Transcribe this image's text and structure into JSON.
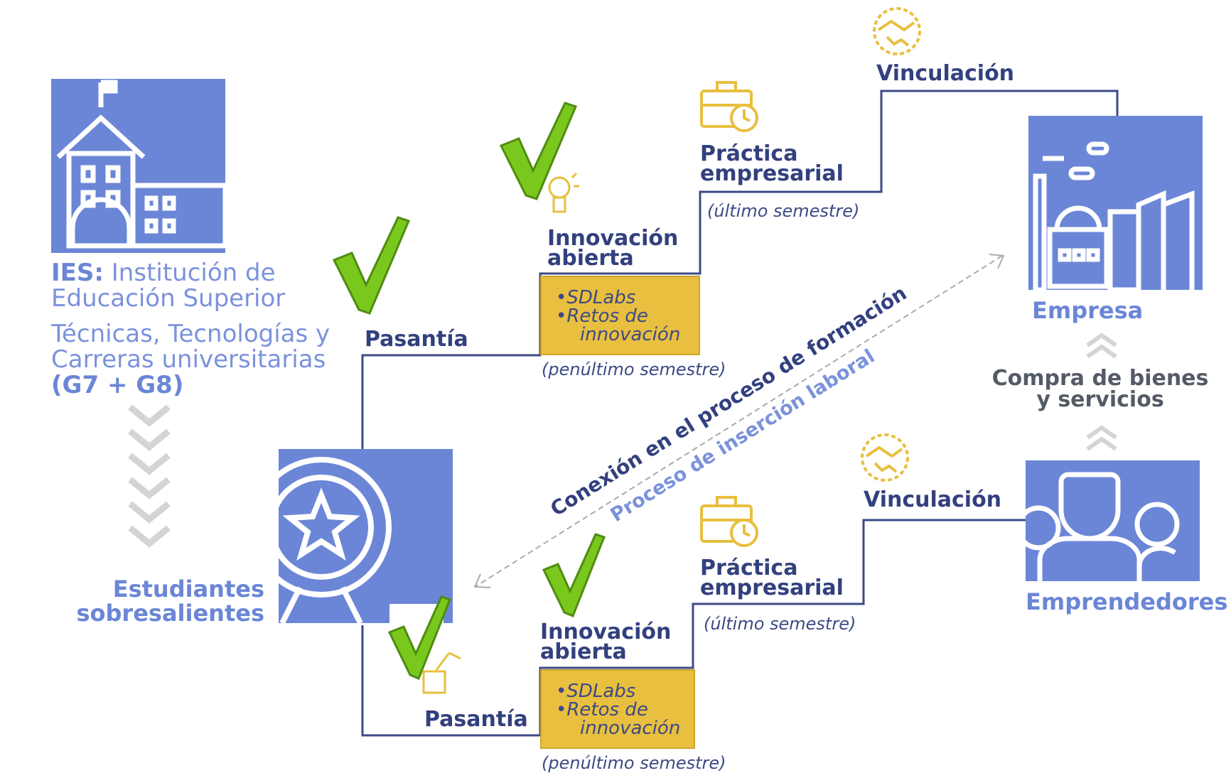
{
  "ies": {
    "prefix": "IES:",
    "title_line1": "Institución de",
    "title_line2": "Educación Superior",
    "programs_line1": "Técnicas, Tecnologías y",
    "programs_line2": "Carreras universitarias",
    "programs_line3": "(G7 + G8)"
  },
  "students": {
    "line1": "Estudiantes",
    "line2": "sobresalientes"
  },
  "empresa": {
    "label": "Empresa"
  },
  "emprendedores": {
    "label": "Emprendedores"
  },
  "compra": {
    "line1": "Compra de bienes",
    "line2": "y servicios"
  },
  "diagonal": {
    "connection": "Conexión en el proceso de formación",
    "insertion": "Proceso de inserción laboral"
  },
  "upper_path": {
    "pasantia": "Pasantía",
    "innovacion_line1": "Innovación",
    "innovacion_line2": "abierta",
    "bullet1": "•SDLabs",
    "bullet2": "•Retos de",
    "bullet2b": "innovación",
    "penultimo": "(penúltimo semestre)",
    "practica_line1": "Práctica",
    "practica_line2": "empresarial",
    "ultimo": "(último semestre)",
    "vinculacion": "Vinculación"
  },
  "lower_path": {
    "pasantia": "Pasantía",
    "innovacion_line1": "Innovación",
    "innovacion_line2": "abierta",
    "bullet1": "•SDLabs",
    "bullet2": "•Retos de",
    "bullet2b": "innovación",
    "penultimo": "(penúltimo semestre)",
    "practica_line1": "Práctica",
    "practica_line2": "empresarial",
    "ultimo": "(último semestre)",
    "vinculacion": "Vinculación"
  },
  "colors": {
    "box_blue": "#6b86d6",
    "navy": "#33407e",
    "gold": "#e8bf3e",
    "check_green": "#7ac81e"
  },
  "icons": [
    "university-icon",
    "award-icon",
    "factory-icon",
    "people-icon",
    "handshake-icon",
    "briefcase-clock-icon",
    "lightbulb-icon",
    "check-icon",
    "chevron-down-icon",
    "chevron-up-icon"
  ]
}
